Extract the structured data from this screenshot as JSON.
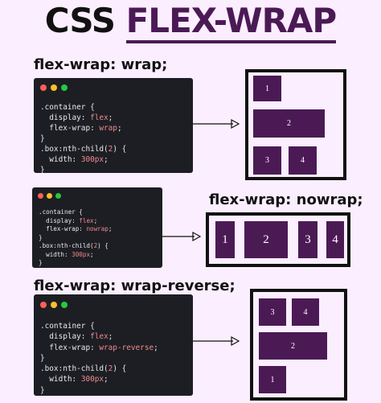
{
  "title": {
    "part1": "CSS ",
    "part2": "FLEX-WRAP"
  },
  "sections": [
    {
      "label": "flex-wrap: wrap;",
      "code": {
        "selector1": ".container {",
        "l1_prop": "  display: ",
        "l1_val": "flex",
        "l1_end": ";",
        "l2_prop": "  flex-wrap: ",
        "l2_val": "wrap",
        "l2_end": ";",
        "close1": "}",
        "selector2": ".box:nth-child(",
        "sel2_num": "2",
        "sel2_end": ") {",
        "l3_prop": "  width: ",
        "l3_val": "300px",
        "l3_end": ";",
        "close2": "}"
      },
      "boxes": [
        "1",
        "2",
        "3",
        "4"
      ]
    },
    {
      "label": "flex-wrap: nowrap;",
      "code": {
        "selector1": ".container {",
        "l1_prop": "  display: ",
        "l1_val": "flex",
        "l1_end": ";",
        "l2_prop": "  flex-wrap: ",
        "l2_val": "nowrap",
        "l2_end": ";",
        "close1": "}",
        "selector2": ".box:nth-child(",
        "sel2_num": "2",
        "sel2_end": ") {",
        "l3_prop": "  width: ",
        "l3_val": "300px",
        "l3_end": ";",
        "close2": "}"
      },
      "boxes": [
        "1",
        "2",
        "3",
        "4"
      ]
    },
    {
      "label": "flex-wrap: wrap-reverse;",
      "code": {
        "selector1": ".container {",
        "l1_prop": "  display: ",
        "l1_val": "flex",
        "l1_end": ";",
        "l2_prop": "  flex-wrap: ",
        "l2_val": "wrap-reverse",
        "l2_end": ";",
        "close1": "}",
        "selector2": ".box:nth-child(",
        "sel2_num": "2",
        "sel2_end": ") {",
        "l3_prop": "  width: ",
        "l3_val": "300px",
        "l3_end": ";",
        "close2": "}"
      },
      "boxes": [
        "3",
        "4",
        "2",
        "1"
      ]
    }
  ],
  "colors": {
    "box": "#4b1a55",
    "dot_red": "#ff5f56",
    "dot_yellow": "#ffbd2e",
    "dot_green": "#27c93f"
  }
}
